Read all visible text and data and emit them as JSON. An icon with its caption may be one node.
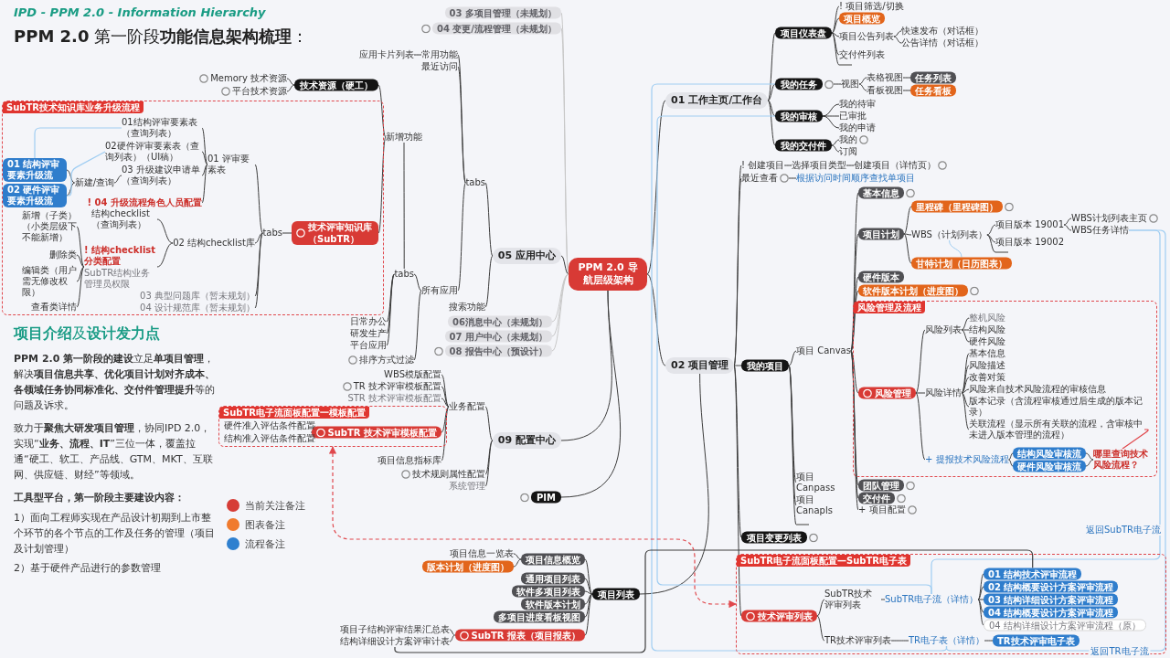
{
  "diagram": {
    "title": "**PPM 2.0** 第一阶段**功能信息架构梳理**：",
    "nodes": [
      {
        "text": [
          "PPM 2.0 导航层级架构"
        ]
      },
      {
        "text": [
          "01 工作主页/工作台"
        ]
      },
      {
        "text": [
          "项目仪表盘"
        ]
      },
      {
        "text": [
          "! 项目筛选/切换"
        ]
      },
      {
        "text": [
          "项目概览"
        ]
      },
      {
        "text": [
          "项目公告列表"
        ]
      },
      {
        "text": [
          "快速发布（对话框）"
        ]
      },
      {
        "text": [
          "公告详情（对话框）"
        ]
      },
      {
        "text": [
          "交付件列表"
        ]
      },
      {
        "text": [],
        "shape": "bar"
      },
      {
        "text": [
          "我的任务"
        ]
      },
      {
        "text": [
          "视图"
        ]
      },
      {
        "text": [
          "表格视图"
        ]
      },
      {
        "text": [
          "任务列表"
        ]
      },
      {
        "text": [
          "看板视图"
        ]
      },
      {
        "text": [
          "任务看板"
        ]
      },
      {
        "text": [
          "我的审核"
        ]
      },
      {
        "text": [
          "我的待审"
        ]
      },
      {
        "text": [
          "已审批"
        ]
      },
      {
        "text": [
          "我的申请"
        ]
      },
      {
        "text": [
          "我的交付件"
        ]
      },
      {
        "text": [
          "我的"
        ]
      },
      {
        "text": [
          "订阅"
        ]
      },
      {
        "text": [
          "02 项目管理"
        ]
      },
      {
        "text": [
          "! 创建项目"
        ]
      },
      {
        "text": [
          "选择项目类型"
        ]
      },
      {
        "text": [
          "创建项目（详情页）"
        ]
      },
      {
        "text": [
          "最近查看"
        ]
      },
      {
        "text": [
          "根据访问时间顺序查找单项目"
        ]
      },
      {
        "text": [
          "我的项目"
        ]
      },
      {
        "text": [
          "项目 Canvas"
        ]
      },
      {
        "text": [
          "基本信息"
        ]
      },
      {
        "text": [
          "项目计划"
        ]
      },
      {
        "text": [
          "里程碑（里程碑图）"
        ]
      },
      {
        "text": [
          "WBS（计划列表）"
        ]
      },
      {
        "text": [
          "项目版本 19001"
        ]
      },
      {
        "text": [
          "WBS计划列表主页"
        ]
      },
      {
        "text": [
          "WBS任务详情"
        ]
      },
      {
        "text": [
          "项目版本 19002"
        ]
      },
      {
        "text": [],
        "shape": "bar"
      },
      {
        "text": [
          "甘特计划（日历图表）"
        ]
      },
      {
        "text": [
          "硬件版本"
        ]
      },
      {
        "text": [
          "软件版本计划（进度图）"
        ]
      },
      {
        "text": [
          "风险管理及流程"
        ]
      },
      {
        "text": [
          "风险管理"
        ],
        "in": 43
      },
      {
        "text": [
          "风险列表"
        ],
        "in": 43
      },
      {
        "text": [
          "整机风险"
        ],
        "in": 43
      },
      {
        "text": [
          "结构风险"
        ],
        "in": 43
      },
      {
        "text": [
          "硬件风险"
        ],
        "in": 43
      },
      {
        "text": [
          "风险详情"
        ],
        "in": 43
      },
      {
        "text": [
          "基本信息"
        ],
        "in": 43
      },
      {
        "text": [
          "风险描述"
        ],
        "in": 43
      },
      {
        "text": [
          "改善对策"
        ],
        "in": 43
      },
      {
        "text": [
          "风险来自技术风险流程的审核信息"
        ],
        "in": 43
      },
      {
        "text": [
          "版本记录（含流程审核通过后生成的版本记录）"
        ],
        "in": 43
      },
      {
        "text": [
          "关联流程（显示所有关联的流程，含审核中未进入版本管理的流程）"
        ],
        "in": 43
      },
      {
        "text": [
          "+ 提报技术风险流程"
        ],
        "in": 43
      },
      {
        "text": [
          "结构风险审核流"
        ],
        "in": 43
      },
      {
        "text": [
          "硬件风险审核流"
        ],
        "in": 43
      },
      {
        "text": [
          "哪里查询技术风险流程？"
        ],
        "in": 43
      },
      {
        "text": [
          "团队管理"
        ]
      },
      {
        "text": [
          "交付件"
        ]
      },
      {
        "text": [
          "+ 项目配置"
        ]
      },
      {
        "text": [
          "项目 Canpass"
        ]
      },
      {
        "text": [
          "项目 Canapls"
        ]
      },
      {
        "text": [],
        "shape": "bar"
      },
      {
        "text": [
          "项目列表"
        ]
      },
      {
        "text": [
          "项目信息概览"
        ]
      },
      {
        "text": [
          "项目信息一览表"
        ]
      },
      {
        "text": [
          "版本计划（进度图）"
        ]
      },
      {
        "text": [
          "通用项目列表"
        ]
      },
      {
        "text": [
          "软件多项目列表"
        ]
      },
      {
        "text": [
          "软件版本计划"
        ]
      },
      {
        "text": [
          "多项目进度看板视图"
        ]
      },
      {
        "text": [
          "SubTR 报表（项目报表）"
        ]
      },
      {
        "text": [
          "项目子结构评审结果汇总表"
        ]
      },
      {
        "text": [
          "结构详细设计方案评审计表"
        ]
      },
      {
        "text": [
          "项目变更列表"
        ]
      },
      {
        "text": [
          "SubTR电子流面板配置—SubTR电子表"
        ]
      },
      {
        "text": [
          "技术评审列表"
        ],
        "in": 78
      },
      {
        "text": [
          "TR技术评审列表"
        ],
        "in": 78
      },
      {
        "text": [
          "TR电子表（详情）"
        ],
        "in": 78
      },
      {
        "text": [
          "TR技术评审电子表"
        ],
        "in": 78
      },
      {
        "text": [
          "SubTR技术评审列表"
        ],
        "in": 78
      },
      {
        "text": [
          "SubTR电子流（详情）"
        ],
        "in": 78
      },
      {
        "text": [
          "01 结构技术评审流程"
        ],
        "in": 78
      },
      {
        "text": [
          "02 结构概要设计方案评审流程"
        ],
        "in": 78
      },
      {
        "text": [
          "03 结构详细设计方案评审流程"
        ],
        "in": 78
      },
      {
        "text": [
          "04 结构概要设计方案评审流程"
        ],
        "in": 78
      },
      {
        "text": [
          "04 结构详细设计方案评审流程（原）"
        ],
        "in": 78
      },
      {
        "text": [
          "03 多项目管理（未规划）"
        ]
      },
      {
        "text": [
          "04 变更/流程管理（未规划）"
        ]
      },
      {
        "text": [
          "05 应用中心"
        ]
      },
      {
        "text": [
          "tabs"
        ]
      },
      {
        "text": [
          "常用功能"
        ]
      },
      {
        "text": [
          "应用卡片列表"
        ]
      },
      {
        "text": [
          "最近访问"
        ]
      },
      {
        "text": [
          "所有应用"
        ]
      },
      {
        "text": [
          "tabs"
        ]
      },
      {
        "text": [
          "新增功能"
        ]
      },
      {
        "text": [
          "技术资源（硬工）"
        ]
      },
      {
        "text": [
          "Memory 技术资源"
        ]
      },
      {
        "text": [
          "平台技术资源"
        ]
      },
      {
        "text": [
          "SubTR技术知识库业务升级流程"
        ]
      },
      {
        "text": [
          "技术评审知识库（SubTR）"
        ],
        "in": 103
      },
      {
        "text": [
          "tabs"
        ],
        "in": 103
      },
      {
        "text": [
          "01 评审要素表"
        ],
        "in": 103
      },
      {
        "text": [
          "01结构评审要素表（查询列表）"
        ],
        "in": 103
      },
      {
        "text": [
          "02硬件评审要素表（查询列表）（UI稿）"
        ],
        "in": 103
      },
      {
        "text": [
          "03 升级建议申请单（查询列表）"
        ],
        "in": 103
      },
      {
        "text": [
          "新建/查询"
        ],
        "in": 103
      },
      {
        "text": [
          "01 结构评审要素升级流"
        ],
        "in": 103
      },
      {
        "text": [
          "02 硬件评审要素升级流"
        ],
        "in": 103
      },
      {
        "text": [
          "! 04 升级流程角色人员配置"
        ],
        "in": 103
      },
      {
        "text": [
          "02 结构checklist库"
        ],
        "in": 103
      },
      {
        "text": [
          "结构checklist（查询列表）"
        ],
        "in": 103
      },
      {
        "text": [
          "! 结构checklist分类配置",
          "SubTR结构业务管理员权限"
        ],
        "in": 103
      },
      {
        "text": [
          "新增（子类）（小类层级下不能新增）"
        ],
        "in": 103
      },
      {
        "text": [
          "删除类"
        ],
        "in": 103
      },
      {
        "text": [
          "编辑类（用户需无修改权限）"
        ],
        "in": 103
      },
      {
        "text": [
          "查看类详情"
        ],
        "in": 103
      },
      {
        "text": [
          "03 典型问题库（暂未规划）"
        ],
        "in": 103
      },
      {
        "text": [
          "04 设计规范库（暂未规划）"
        ],
        "in": 103
      },
      {
        "text": [
          "日常办公"
        ]
      },
      {
        "text": [
          "研发生产"
        ]
      },
      {
        "text": [
          "平台应用"
        ]
      },
      {
        "text": [
          "排序方式过滤"
        ]
      },
      {
        "text": [
          "搜索功能"
        ]
      },
      {
        "text": [
          "06消息中心（未规划）"
        ]
      },
      {
        "text": [
          "07 用户中心（未规划）"
        ]
      },
      {
        "text": [
          "08 报告中心（预设计）"
        ]
      },
      {
        "text": [
          "09 配置中心"
        ]
      },
      {
        "text": [
          "业务配置"
        ]
      },
      {
        "text": [
          "WBS模版配置"
        ]
      },
      {
        "text": [
          "TR 技术评审模板配置"
        ]
      },
      {
        "text": [
          "STR 技术评审模板配置"
        ]
      },
      {
        "text": [
          "SubTR电子流面板配置一模板配置"
        ]
      },
      {
        "text": [
          "SubTR 技术评审模板配置"
        ],
        "in": 136
      },
      {
        "text": [
          "硬件准入评估条件配置"
        ],
        "in": 136
      },
      {
        "text": [
          "结构准入评估条件配置"
        ],
        "in": 136
      },
      {
        "text": [
          "项目信息指标库"
        ]
      },
      {
        "text": [
          "技术规则属性配置"
        ]
      },
      {
        "text": [
          "系统管理"
        ]
      },
      {
        "text": [
          "PIM"
        ]
      }
    ],
    "edges": [
      {
        "from": 0,
        "to": 1,
        "arrow": "none"
      },
      {
        "from": 0,
        "to": 23,
        "arrow": "none"
      },
      {
        "from": 1,
        "to": 2,
        "arrow": "none"
      },
      {
        "from": 2,
        "to": 3,
        "arrow": "none"
      },
      {
        "from": 2,
        "to": 4,
        "arrow": "none"
      },
      {
        "from": 2,
        "to": 5,
        "arrow": "none"
      },
      {
        "from": 5,
        "to": 6,
        "arrow": "none"
      },
      {
        "from": 5,
        "to": 7,
        "arrow": "none"
      },
      {
        "from": 2,
        "to": 8,
        "arrow": "none"
      },
      {
        "from": 2,
        "to": 9,
        "arrow": "none"
      },
      {
        "from": 1,
        "to": 10,
        "arrow": "none"
      },
      {
        "from": 10,
        "to": 11,
        "arrow": "none"
      },
      {
        "from": 11,
        "to": 12,
        "arrow": "none"
      },
      {
        "from": 12,
        "to": 13,
        "arrow": "none"
      },
      {
        "from": 11,
        "to": 14,
        "arrow": "none"
      },
      {
        "from": 14,
        "to": 15,
        "arrow": "none"
      },
      {
        "from": 1,
        "to": 16,
        "arrow": "none"
      },
      {
        "from": 16,
        "to": 17,
        "arrow": "none"
      },
      {
        "from": 16,
        "to": 18,
        "arrow": "none"
      },
      {
        "from": 16,
        "to": 19,
        "arrow": "none"
      },
      {
        "from": 1,
        "to": 20,
        "arrow": "none"
      },
      {
        "from": 20,
        "to": 21,
        "arrow": "none"
      },
      {
        "from": 20,
        "to": 22,
        "arrow": "none"
      },
      {
        "from": 23,
        "to": 24,
        "arrow": "none"
      },
      {
        "from": 24,
        "to": 25,
        "arrow": "none"
      },
      {
        "from": 25,
        "to": 26,
        "arrow": "none"
      },
      {
        "from": 23,
        "to": 27,
        "arrow": "none"
      },
      {
        "from": 27,
        "to": 28,
        "arrow": "none"
      },
      {
        "from": 23,
        "to": 29,
        "arrow": "none"
      },
      {
        "from": 29,
        "to": 30,
        "arrow": "none"
      },
      {
        "from": 30,
        "to": 31,
        "arrow": "none"
      },
      {
        "from": 30,
        "to": 32,
        "arrow": "none"
      },
      {
        "from": 32,
        "to": 33,
        "arrow": "none"
      },
      {
        "from": 32,
        "to": 34,
        "arrow": "none"
      },
      {
        "from": 34,
        "to": 35,
        "arrow": "none"
      },
      {
        "from": 35,
        "to": 36,
        "arrow": "none"
      },
      {
        "from": 35,
        "to": 37,
        "arrow": "none"
      },
      {
        "from": 34,
        "to": 38,
        "arrow": "none"
      },
      {
        "from": 34,
        "to": 39,
        "arrow": "none"
      },
      {
        "from": 32,
        "to": 40,
        "arrow": "none"
      },
      {
        "from": 30,
        "to": 41,
        "arrow": "none"
      },
      {
        "from": 30,
        "to": 42,
        "arrow": "none"
      },
      {
        "from": 30,
        "to": 44,
        "arrow": "none"
      },
      {
        "from": 44,
        "to": 45,
        "arrow": "none"
      },
      {
        "from": 45,
        "to": 46,
        "arrow": "none"
      },
      {
        "from": 45,
        "to": 47,
        "arrow": "none"
      },
      {
        "from": 45,
        "to": 48,
        "arrow": "none"
      },
      {
        "from": 44,
        "to": 49,
        "arrow": "none"
      },
      {
        "from": 49,
        "to": 50,
        "arrow": "none"
      },
      {
        "from": 49,
        "to": 51,
        "arrow": "none"
      },
      {
        "from": 49,
        "to": 52,
        "arrow": "none"
      },
      {
        "from": 49,
        "to": 53,
        "arrow": "none"
      },
      {
        "from": 49,
        "to": 54,
        "arrow": "none"
      },
      {
        "from": 49,
        "to": 55,
        "arrow": "none"
      },
      {
        "from": 44,
        "to": 56,
        "arrow": "none"
      },
      {
        "from": 56,
        "to": 57,
        "arrow": "none"
      },
      {
        "from": 56,
        "to": 58,
        "arrow": "none"
      },
      {
        "from": 57,
        "to": 59,
        "arrow": "none"
      },
      {
        "from": 58,
        "to": 59,
        "arrow": "none"
      },
      {
        "from": 30,
        "to": 60,
        "arrow": "none"
      },
      {
        "from": 30,
        "to": 61,
        "arrow": "none"
      },
      {
        "from": 30,
        "to": 62,
        "arrow": "none"
      },
      {
        "from": 29,
        "to": 63,
        "arrow": "none"
      },
      {
        "from": 29,
        "to": 64,
        "arrow": "none"
      },
      {
        "from": 29,
        "to": 65,
        "arrow": "none"
      },
      {
        "from": 23,
        "to": 66,
        "arrow": "none"
      },
      {
        "from": 66,
        "to": 67,
        "arrow": "none"
      },
      {
        "from": 67,
        "to": 68,
        "arrow": "none"
      },
      {
        "from": 67,
        "to": 69,
        "arrow": "none"
      },
      {
        "from": 66,
        "to": 70,
        "arrow": "none"
      },
      {
        "from": 66,
        "to": 71,
        "arrow": "none"
      },
      {
        "from": 66,
        "to": 72,
        "arrow": "none"
      },
      {
        "from": 66,
        "to": 73,
        "arrow": "none"
      },
      {
        "from": 66,
        "to": 74,
        "arrow": "none"
      },
      {
        "from": 74,
        "to": 75,
        "arrow": "none"
      },
      {
        "from": 74,
        "to": 76,
        "arrow": "none"
      },
      {
        "from": 23,
        "to": 77,
        "arrow": "none"
      },
      {
        "from": 23,
        "to": 79,
        "arrow": "none"
      },
      {
        "from": 79,
        "to": 80,
        "arrow": "none"
      },
      {
        "from": 80,
        "to": 81,
        "arrow": "none"
      },
      {
        "from": 81,
        "to": 82,
        "arrow": "none"
      },
      {
        "from": 79,
        "to": 83,
        "arrow": "none"
      },
      {
        "from": 83,
        "to": 84,
        "arrow": "none"
      },
      {
        "from": 84,
        "to": 85,
        "arrow": "none"
      },
      {
        "from": 84,
        "to": 86,
        "arrow": "none"
      },
      {
        "from": 84,
        "to": 87,
        "arrow": "none"
      },
      {
        "from": 84,
        "to": 88,
        "arrow": "none"
      },
      {
        "from": 84,
        "to": 89,
        "arrow": "none"
      },
      {
        "from": 90,
        "to": 0,
        "arrow": "none",
        "color": "#c8c8c8"
      },
      {
        "from": 91,
        "to": 0,
        "arrow": "none",
        "color": "#c8c8c8"
      },
      {
        "from": 92,
        "to": 0,
        "arrow": "none"
      },
      {
        "from": 93,
        "to": 92,
        "arrow": "none"
      },
      {
        "from": 94,
        "to": 93,
        "arrow": "none"
      },
      {
        "from": 95,
        "to": 94,
        "arrow": "none"
      },
      {
        "from": 96,
        "to": 93,
        "arrow": "none"
      },
      {
        "from": 97,
        "to": 93,
        "arrow": "none"
      },
      {
        "from": 98,
        "to": 97,
        "arrow": "none"
      },
      {
        "from": 99,
        "to": 98,
        "arrow": "none"
      },
      {
        "from": 100,
        "to": 99,
        "arrow": "none"
      },
      {
        "from": 101,
        "to": 100,
        "arrow": "none"
      },
      {
        "from": 102,
        "to": 100,
        "arrow": "none"
      },
      {
        "from": 104,
        "to": 99,
        "arrow": "none"
      },
      {
        "from": 105,
        "to": 104,
        "arrow": "none"
      },
      {
        "from": 106,
        "to": 105,
        "arrow": "none"
      },
      {
        "from": 107,
        "to": 106,
        "arrow": "none"
      },
      {
        "from": 108,
        "to": 106,
        "arrow": "none"
      },
      {
        "from": 109,
        "to": 106,
        "arrow": "none"
      },
      {
        "from": 110,
        "to": 109,
        "arrow": "none"
      },
      {
        "from": 111,
        "to": 110,
        "arrow": "none"
      },
      {
        "from": 112,
        "to": 110,
        "arrow": "none"
      },
      {
        "from": 113,
        "to": 106,
        "arrow": "none"
      },
      {
        "from": 114,
        "to": 105,
        "arrow": "none"
      },
      {
        "from": 115,
        "to": 114,
        "arrow": "none"
      },
      {
        "from": 116,
        "to": 114,
        "arrow": "none"
      },
      {
        "from": 117,
        "to": 116,
        "arrow": "none"
      },
      {
        "from": 118,
        "to": 116,
        "arrow": "none"
      },
      {
        "from": 119,
        "to": 116,
        "arrow": "none"
      },
      {
        "from": 120,
        "to": 116,
        "arrow": "none"
      },
      {
        "from": 121,
        "to": 105,
        "arrow": "none"
      },
      {
        "from": 122,
        "to": 105,
        "arrow": "none"
      },
      {
        "from": 123,
        "to": 98,
        "arrow": "none"
      },
      {
        "from": 124,
        "to": 98,
        "arrow": "none"
      },
      {
        "from": 125,
        "to": 98,
        "arrow": "none"
      },
      {
        "from": 126,
        "to": 97,
        "arrow": "none"
      },
      {
        "from": 127,
        "to": 92,
        "arrow": "none"
      },
      {
        "from": 128,
        "to": 0,
        "arrow": "none",
        "color": "#c8c8c8"
      },
      {
        "from": 129,
        "to": 0,
        "arrow": "none",
        "color": "#c8c8c8"
      },
      {
        "from": 130,
        "to": 0,
        "arrow": "none",
        "color": "#c8c8c8"
      },
      {
        "from": 131,
        "to": 0,
        "arrow": "none"
      },
      {
        "from": 132,
        "to": 131,
        "arrow": "none"
      },
      {
        "from": 133,
        "to": 132,
        "arrow": "none"
      },
      {
        "from": 134,
        "to": 132,
        "arrow": "none"
      },
      {
        "from": 135,
        "to": 132,
        "arrow": "none"
      },
      {
        "from": 137,
        "to": 132,
        "arrow": "none"
      },
      {
        "from": 138,
        "to": 137,
        "arrow": "none"
      },
      {
        "from": 139,
        "to": 137,
        "arrow": "none"
      },
      {
        "from": 140,
        "to": 132,
        "arrow": "none"
      },
      {
        "from": 141,
        "to": 131,
        "arrow": "none"
      },
      {
        "from": 142,
        "to": 131,
        "arrow": "none"
      },
      {
        "from": 143,
        "to": 0,
        "arrow": "none"
      },
      {
        "from": 111,
        "to": 107,
        "arrow": "none",
        "color": "#9fcdf2"
      },
      {
        "from": 112,
        "to": 108,
        "arrow": "none",
        "color": "#9fcdf2"
      },
      {
        "from": 34,
        "to": 40,
        "arrow": "none",
        "color": "#9fcdf2"
      },
      {
        "from": 10,
        "to": 81,
        "arrow": "none",
        "color": "#9fcdf2"
      },
      {
        "from": 16,
        "to": 84,
        "arrow": "none",
        "color": "#9fcdf2"
      },
      {
        "from": 37,
        "to": 81,
        "arrow": "none",
        "label": "返回TR电子流",
        "color": "#9fcdf2"
      },
      {
        "from": 37,
        "to": 84,
        "arrow": "none",
        "label": "返回SubTR电子流",
        "color": "#9fcdf2"
      },
      {
        "from": 55,
        "to": 59,
        "arrow": "none",
        "color": "#e0474c"
      },
      {
        "from": 76,
        "to": 85,
        "arrow": "none"
      },
      {
        "from": 136,
        "to": 78,
        "arrow": "both",
        "style": "dashed",
        "color": "#e0474c"
      }
    ],
    "labels": [
      "IPD - PPM 2.0 - Information Hierarchy",
      "**项目介绍**及**设计发力点**",
      "**PPM 2.0 第一阶段的建设**立足**单项目管理**，解决**项目信息共享、优化项目计划对齐成本、各领域任务协同标准化、交付件管理提升**等的问题及诉求。",
      "致力于**聚焦大研发项目管理**，协同IPD 2.0，实现“**业务、流程、IT**”三位一体，覆盖拉通“硬工、软工、产品线、GTM、MKT、互联网、供应链、财经”等领域。",
      "工具型平台，第一阶段主要建设内容：",
      "1）面向工程师实现在产品设计初期到上市整个环节的各个节点的工作及任务的管理（项目及计划管理）",
      "2）基于硬件产品进行的参数管理"
    ],
    "legend": [
      {
        "text": "当前关注备注",
        "color": "#d63d37"
      },
      {
        "text": "图表备注",
        "color": "#f07b2e"
      },
      {
        "text": "流程备注",
        "color": "#2f80cf"
      }
    ]
  }
}
